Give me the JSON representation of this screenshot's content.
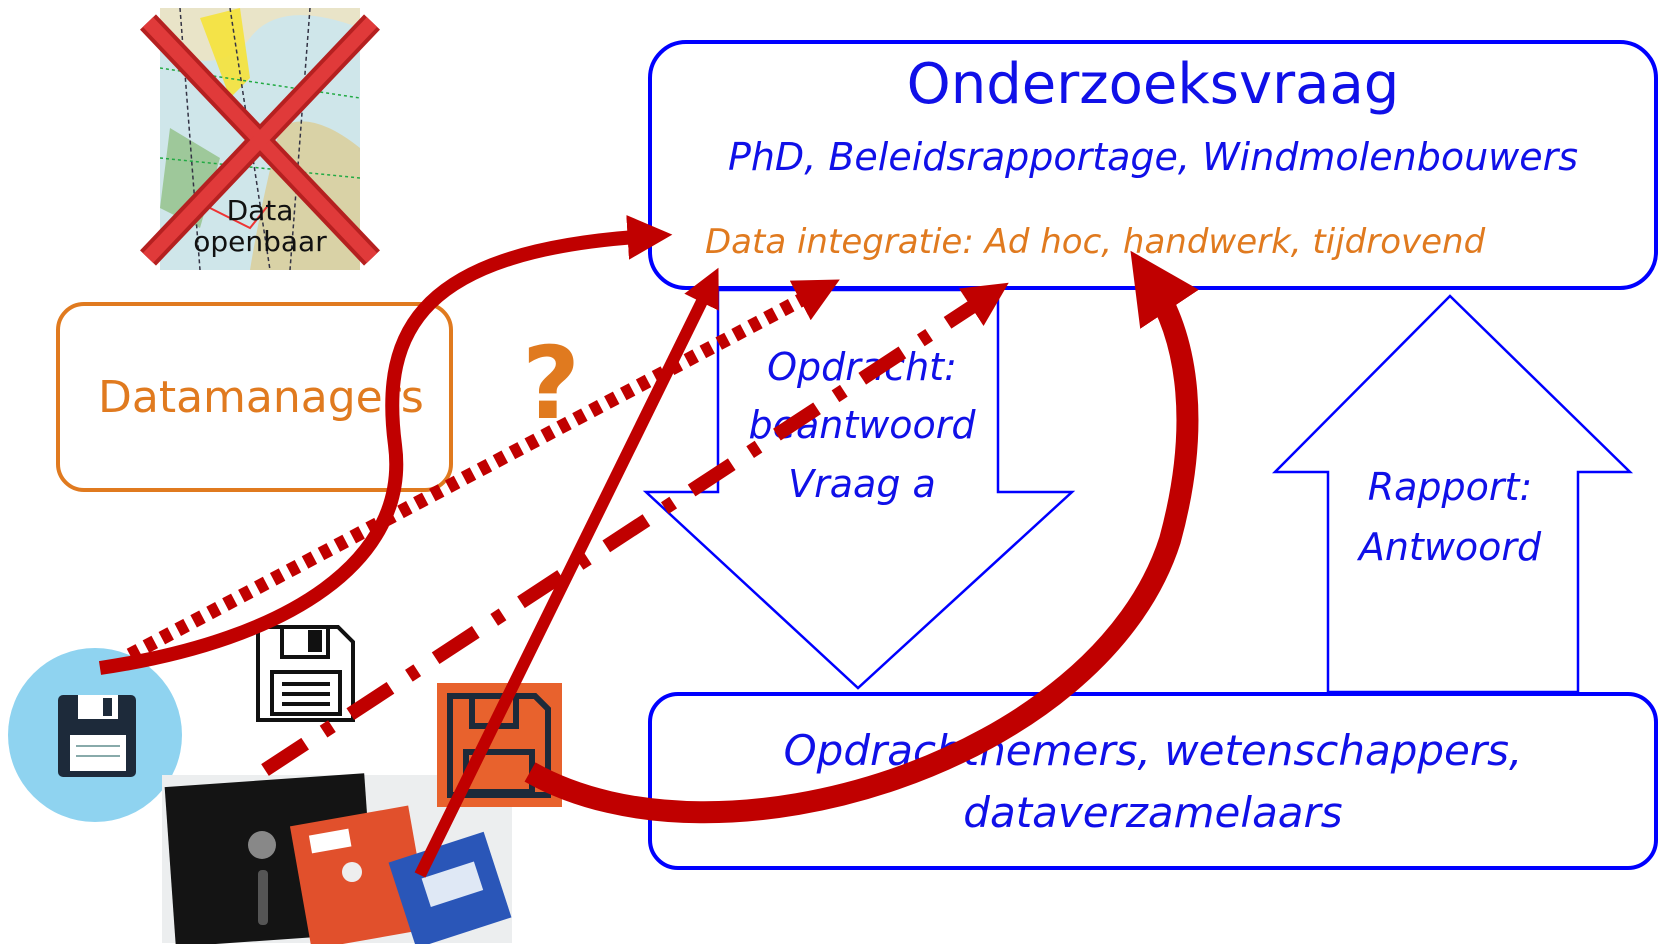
{
  "question": {
    "title": "Onderzoeksvraag",
    "subtitle": "PhD, Beleidsrapportage, Windmolenbouwers",
    "integration_note": "Data integratie:  Ad hoc, handwerk, tijdrovend"
  },
  "assignment_arrow": {
    "line1": "Opdracht:",
    "line2": "beantwoord",
    "line3": "Vraag a"
  },
  "report_arrow": {
    "line1": "Rapport:",
    "line2": "Antwoord"
  },
  "contractors": {
    "line1": "Opdrachtnemers, wetenschappers,",
    "line2": "dataverzamelaars"
  },
  "datamanagers": {
    "label": "Datamanagers"
  },
  "question_mark": "?",
  "map": {
    "caption_line1": "Data",
    "caption_line2": "openbaar"
  },
  "colors": {
    "blue": "#0000ff",
    "orange": "#e07a1f",
    "red_arrow": "#c00000",
    "floppy_circle": "#8fd3f0"
  },
  "icons": [
    "floppy-disk-circle-icon",
    "floppy-disk-outline-icon",
    "floppy-disk-orange-icon",
    "cross-out-icon"
  ]
}
